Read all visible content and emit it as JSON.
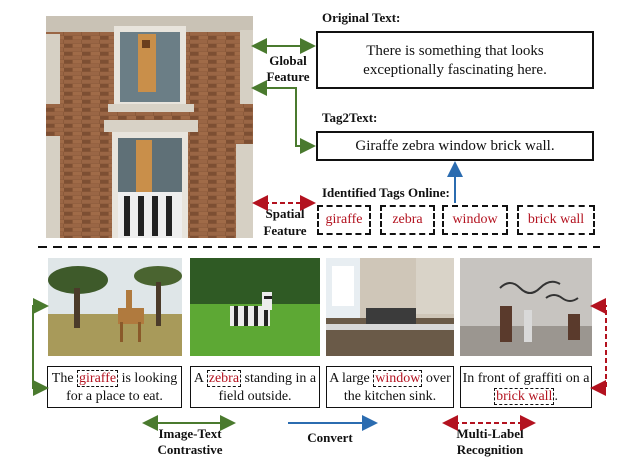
{
  "top": {
    "global_feature_label": "Global Feature",
    "spatial_feature_label": "Spatial Feature",
    "original_text_title": "Original Text:",
    "original_text": "There is something that looks exceptionally fascinating here.",
    "tag2text_title": "Tag2Text:",
    "tag2text_caption": "Giraffe zebra window brick wall.",
    "identified_tags_title": "Identified Tags Online:",
    "tags": [
      "giraffe",
      "zebra",
      "window",
      "brick wall"
    ]
  },
  "examples": [
    {
      "before": "The ",
      "tag": "giraffe",
      "after": " is looking for a place to eat."
    },
    {
      "before": "A ",
      "tag": "zebra",
      "after": " standing in a field outside."
    },
    {
      "before": "A large ",
      "tag": "window",
      "after": " over the kitchen sink."
    },
    {
      "before": "In front of graffiti on a ",
      "tag": "brick wall",
      "after": "."
    }
  ],
  "legend": {
    "image_text_contrastive": "Image-Text Contrastive",
    "convert": "Convert",
    "multi_label_recognition": "Multi-Label Recognition"
  },
  "colors": {
    "green": "#4a7a2e",
    "blue": "#2b6cb0",
    "red": "#b3121f"
  }
}
